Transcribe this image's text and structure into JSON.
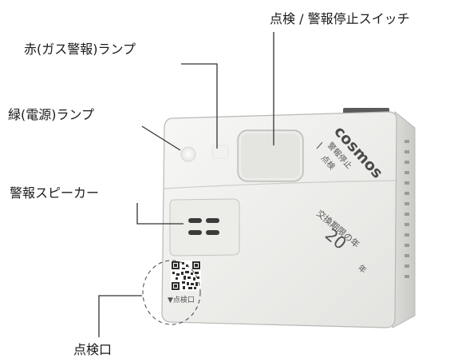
{
  "labels": {
    "inspection_stop_switch": "点検 / 警報停止スイッチ",
    "red_lamp": "赤(ガス警報)ランプ",
    "green_lamp": "緑(電源)ランプ",
    "alarm_speaker": "警報スピーカー",
    "inspection_port": "点検口"
  },
  "device": {
    "brand": "cosmos",
    "button_text_line1": "警報停止",
    "button_text_line2": "点検",
    "replace_text": "交換期限の年",
    "replace_year": "20",
    "year_suffix": "年",
    "port_text": "▼点検口"
  },
  "colors": {
    "body": "#eeeeec",
    "outline": "#b8b8b6",
    "leader_line": "#333333"
  }
}
